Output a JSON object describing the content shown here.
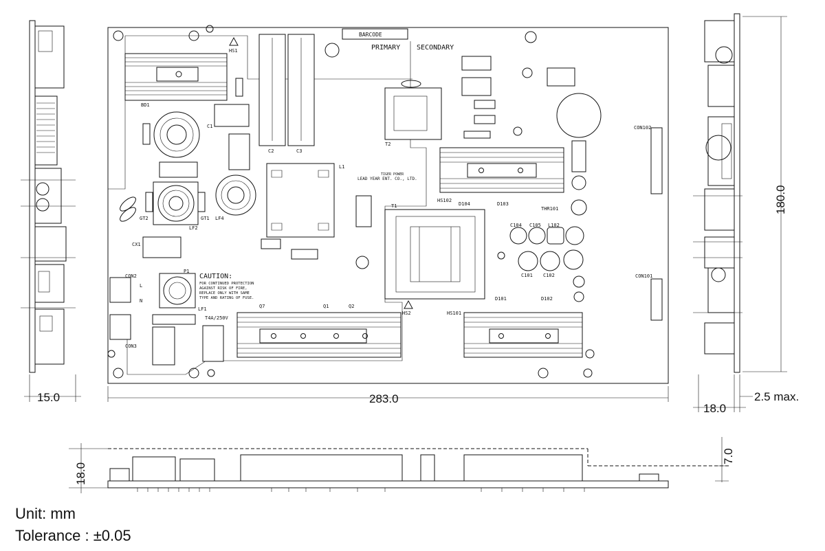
{
  "labels": {
    "barcode": "BARCODE",
    "primary": "PRIMARY",
    "secondary": "SECONDARY",
    "hs1": "HS1",
    "bd1": "BD1",
    "c1": "C1",
    "c2": "C2",
    "c3": "C3",
    "t2": "T2",
    "l1": "L1",
    "gt2": "GT2",
    "gt1": "GT1",
    "lf4": "LF4",
    "lf2": "LF2",
    "cx1": "CX1",
    "t1": "T1",
    "hs102": "HS102",
    "d104": "D104",
    "d103": "D103",
    "thr101": "THR101",
    "c104": "C104",
    "c105": "C105",
    "l102": "L102",
    "c101": "C101",
    "c102": "C102",
    "con102": "CON102",
    "con101": "CON101",
    "con2": "CON2",
    "con3": "CON3",
    "p1": "P1",
    "lf1": "LF1",
    "fuse": "T4A/250V",
    "q7": "Q7",
    "q1": "Q1",
    "q2": "Q2",
    "hs2": "HS2",
    "hs101": "HS101",
    "d101": "D101",
    "d102": "D102",
    "logo_line1": "TIGER POWER",
    "logo_line2": "LEAD YEAR ENT. CO., LTD.",
    "l": "L",
    "n": "N"
  },
  "caution": {
    "title": "CAUTION:",
    "lines": [
      "FOR CONTINUED PROTECTION",
      "AGAINST RISK OF FIRE,",
      "REPLACE ONLY WITH SAME",
      "TYPE AND RATING OF FUSE."
    ]
  },
  "dimensions": {
    "left_width": "15.0",
    "board_width": "283.0",
    "board_height": "180.0",
    "right_width": "18.0",
    "right_max": "2.5 max.",
    "bottom_height": "18.0",
    "bottom_step": "7.0"
  },
  "notes": {
    "unit": "Unit: mm",
    "tolerance": "Tolerance : ±0.05"
  }
}
